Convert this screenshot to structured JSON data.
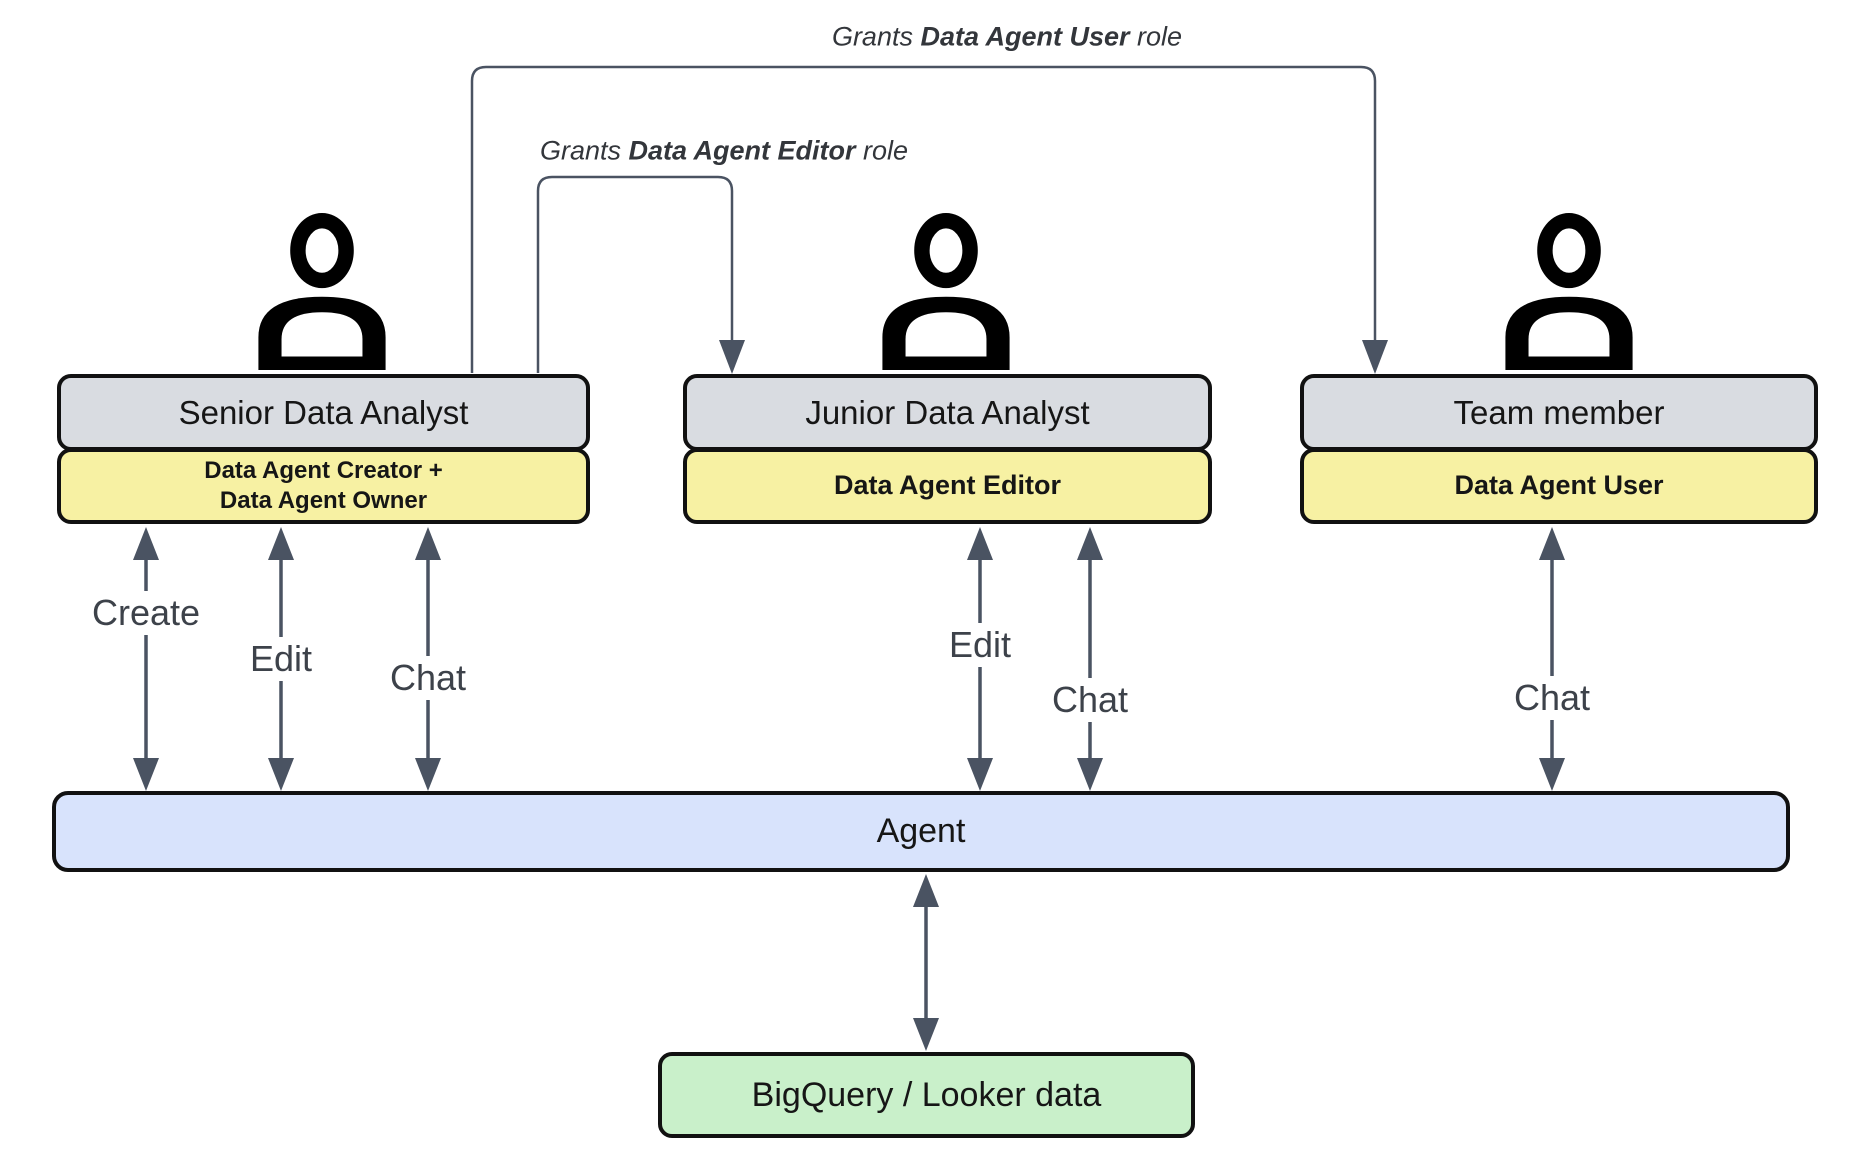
{
  "diagram": {
    "actors": [
      {
        "name": "Senior Data Analyst",
        "role_lines": [
          "Data Agent Creator +",
          "Data Agent Owner"
        ],
        "actions": [
          "Create",
          "Edit",
          "Chat"
        ]
      },
      {
        "name": "Junior Data Analyst",
        "role_lines": [
          "Data Agent Editor"
        ],
        "actions": [
          "Edit",
          "Chat"
        ]
      },
      {
        "name": "Team member",
        "role_lines": [
          "Data Agent User"
        ],
        "actions": [
          "Chat"
        ]
      }
    ],
    "grants": [
      {
        "prefix": "Grants ",
        "bold": "Data Agent User",
        "suffix": " role"
      },
      {
        "prefix": "Grants ",
        "bold": "Data Agent Editor",
        "suffix": " role"
      }
    ],
    "agent": {
      "label": "Agent"
    },
    "datasource": {
      "label": "BigQuery / Looker data"
    },
    "colors": {
      "title_box_fill": "#d9dce1",
      "role_box_fill": "#f7f1a3",
      "agent_bar_fill": "#d8e3fc",
      "datasource_fill": "#c9f0ca",
      "border": "#111111",
      "arrow": "#4a5362"
    }
  }
}
